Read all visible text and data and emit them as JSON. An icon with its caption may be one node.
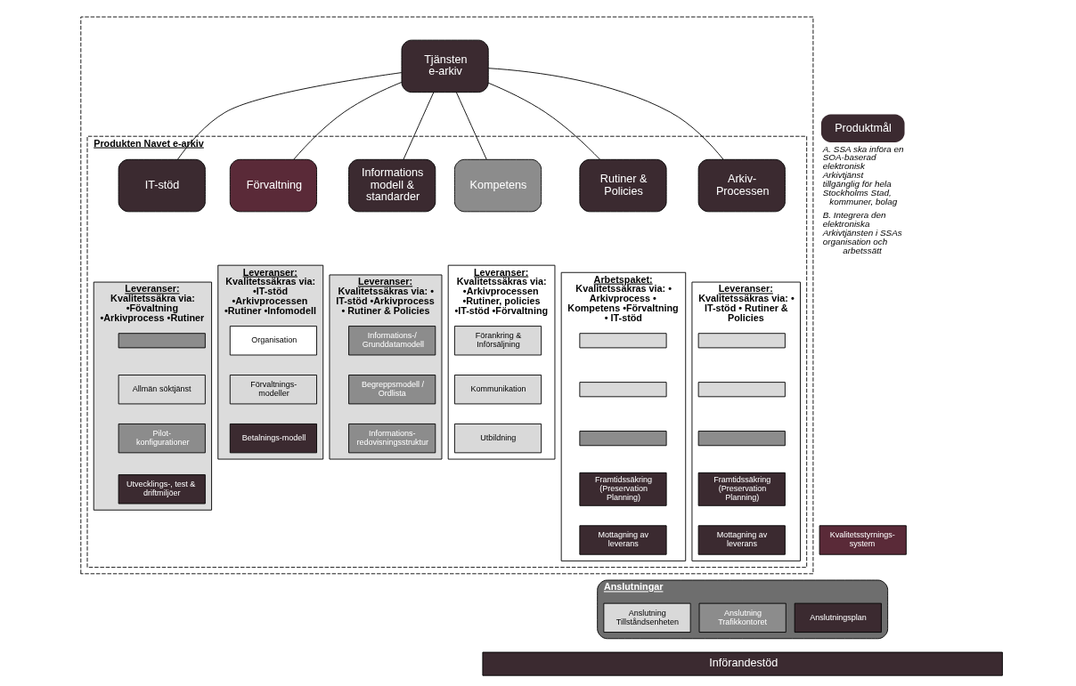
{
  "diagram": {
    "nodes": [
      {
        "text": [],
        "shape": "box"
      },
      {
        "text": [
          "Tjänsten e-arkiv"
        ],
        "in": 0
      },
      {
        "text": [
          "Produkten Navet e-arkiv"
        ],
        "in": 0
      },
      {
        "text": [
          "Arkiv-Processen"
        ],
        "in": 2
      },
      {
        "text": [
          "Leveranser:",
          "Kvalitetssäkras via: • IT-stöd • Rutiner & Policies"
        ],
        "in": 2
      },
      {
        "text": [],
        "shape": "box",
        "in": 4
      },
      {
        "text": [],
        "shape": "box",
        "in": 4
      },
      {
        "text": [],
        "shape": "box",
        "in": 4
      },
      {
        "text": [
          "Framtidssäkring (Preservation Planning)"
        ],
        "in": 4
      },
      {
        "text": [
          "Mottagning av leverans"
        ],
        "in": 4
      },
      {
        "text": [
          "Rutiner & Policies"
        ],
        "in": 2
      },
      {
        "text": [
          "Arbetspaket:",
          "Kvalitetssäkras via: • Arkivprocess • Kompetens •Förvaltning • IT-stöd"
        ],
        "in": 2
      },
      {
        "text": [],
        "shape": "box",
        "in": 11
      },
      {
        "text": [],
        "shape": "box",
        "in": 11
      },
      {
        "text": [],
        "shape": "box",
        "in": 11
      },
      {
        "text": [
          "Framtidssäkring (Preservation Planning)"
        ],
        "in": 11
      },
      {
        "text": [
          "Mottagning av leverans"
        ],
        "in": 11
      },
      {
        "text": [
          "Kompetens"
        ],
        "in": 2
      },
      {
        "text": [
          "Leveranser:",
          "Kvalitetssäkras via: •Arkivprocessen •Rutiner, policies •IT-stöd •Förvaltning"
        ],
        "in": 2
      },
      {
        "text": [
          "Förankring & Införsäljning"
        ],
        "in": 18
      },
      {
        "text": [
          "Kommunikation"
        ],
        "in": 18
      },
      {
        "text": [
          "Utbildning"
        ],
        "in": 18
      },
      {
        "text": [
          "Informations modell & standarder"
        ],
        "in": 2
      },
      {
        "text": [
          "Leveranser:",
          "Kvalitetssäkras via: • IT-stöd •Arkivprocess • Rutiner & Policies"
        ],
        "in": 2
      },
      {
        "text": [
          "Informations-/ Grunddatamodell"
        ],
        "in": 23
      },
      {
        "text": [
          "Begreppsmodell / Ordlista"
        ],
        "in": 23
      },
      {
        "text": [
          "Informations-redovisningsstruktur"
        ],
        "in": 23
      },
      {
        "text": [
          "IT-stöd"
        ],
        "in": 2
      },
      {
        "text": [
          "Leveranser:",
          "Kvalitetssäkra via: •Fövaltning •Arkivprocess •Rutiner"
        ],
        "in": 2
      },
      {
        "text": [],
        "shape": "box",
        "in": 28
      },
      {
        "text": [
          "Allmän söktjänst"
        ],
        "in": 28
      },
      {
        "text": [
          "Pilot-konfigurationer"
        ],
        "in": 28
      },
      {
        "text": [
          "Utvecklings-, test & driftmiljöer"
        ],
        "in": 28
      },
      {
        "text": [
          "Förvaltning"
        ],
        "in": 2
      },
      {
        "text": [
          "Leveranser:",
          "Kvalitetssäkras via: •IT-stöd •Arkivprocessen •Rutiner •Infomodell"
        ],
        "in": 2
      },
      {
        "text": [
          "Organisation"
        ],
        "in": 34
      },
      {
        "text": [
          "Förvaltnings-modeller"
        ],
        "in": 34
      },
      {
        "text": [
          "Betalnings-modell"
        ],
        "in": 34
      },
      {
        "text": [
          "Produktmål"
        ],
        "beside": [
          "A. SSA ska införa en SOA-baserad elektronisk Arkivtjänst tillgänglig för hela Stockholms Stad, kommuner, bolag",
          "B. Integrera den elektroniska Arkivtjänsten i SSAs organisation och arbetssätt"
        ]
      },
      {
        "text": [
          "Kvalitetsstyrnings-system"
        ]
      },
      {
        "text": [
          "Anslutningar"
        ]
      },
      {
        "text": [
          "Anslutning Tillståndsenheten"
        ],
        "in": 40
      },
      {
        "text": [
          "Anslutning Trafikkontoret"
        ],
        "in": 40
      },
      {
        "text": [
          "Anslutningsplan"
        ],
        "in": 40
      },
      {
        "text": [
          "Införandestöd"
        ]
      }
    ],
    "edges": [
      {
        "from": 1,
        "to": 3,
        "arrow": "none"
      },
      {
        "from": 1,
        "to": 10,
        "arrow": "none"
      },
      {
        "from": 1,
        "to": 17,
        "arrow": "none"
      },
      {
        "from": 1,
        "to": 22,
        "arrow": "none"
      },
      {
        "from": 1,
        "to": 27,
        "arrow": "none"
      },
      {
        "from": 1,
        "to": 33,
        "arrow": "none"
      }
    ]
  }
}
